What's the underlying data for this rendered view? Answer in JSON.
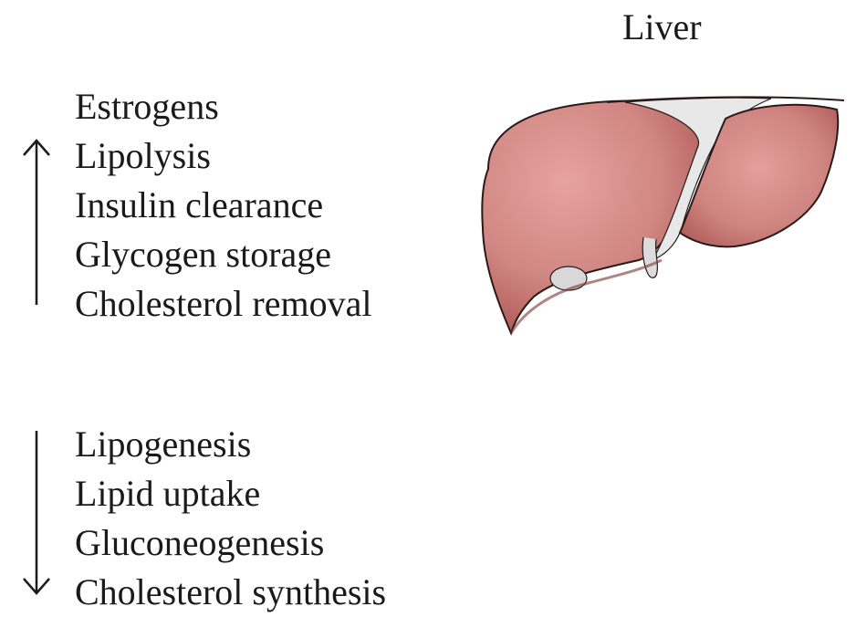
{
  "title": "Liver",
  "increased": {
    "direction_icon": "arrow-up-icon",
    "items": [
      "Estrogens",
      "Lipolysis",
      "Insulin clearance",
      "Glycogen storage",
      "Cholesterol removal"
    ]
  },
  "decreased": {
    "direction_icon": "arrow-down-icon",
    "items": [
      "Lipogenesis",
      "Lipid uptake",
      "Gluconeogenesis",
      "Cholesterol synthesis"
    ]
  },
  "colors": {
    "liver_fill": "#c9736f",
    "liver_highlight": "#e6a3a0",
    "ligament": "#e8e8e8",
    "outline": "#2a1a1a"
  }
}
